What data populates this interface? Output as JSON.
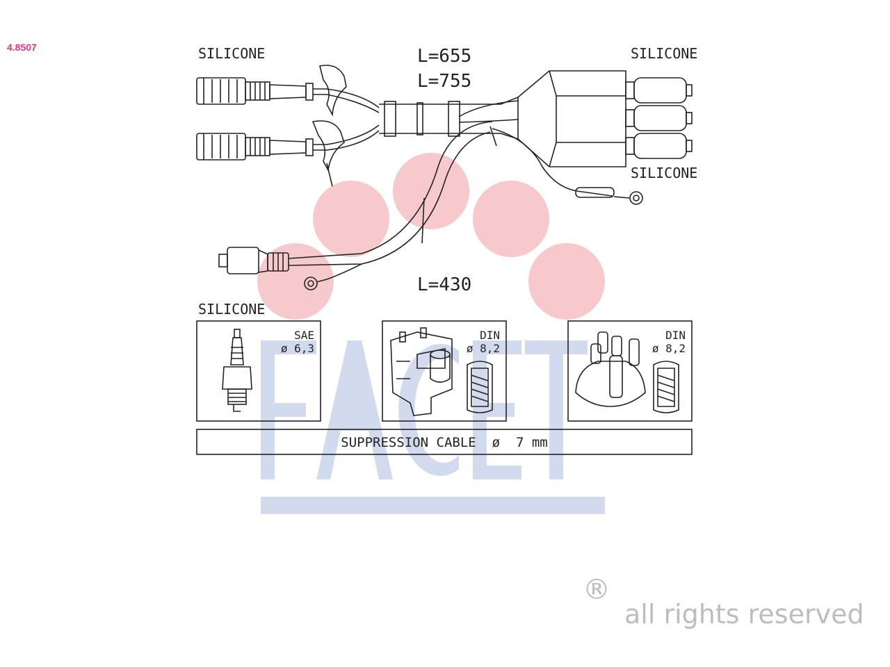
{
  "part_code": "4.8507",
  "labels": {
    "silicone_top_left": "SILICONE",
    "silicone_top_right": "SILICONE",
    "silicone_right_mid": "SILICONE",
    "silicone_bottom_left": "SILICONE",
    "length_1": "L=655",
    "length_2": "L=755",
    "length_3": "L=430"
  },
  "connectors": [
    {
      "standard": "SAE",
      "diameter": "ø 6,3"
    },
    {
      "standard": "DIN",
      "diameter": "ø 8,2"
    },
    {
      "standard": "DIN",
      "diameter": "ø 8,2"
    }
  ],
  "cable_spec": "SUPPRESSION CABLE  ø  7 mm",
  "watermark": {
    "brand": "FACET",
    "circle_color": "#f6c9cc",
    "letter_color": "#d2dbee"
  },
  "footer": {
    "registered_mark": "®",
    "rights": "all rights reserved"
  }
}
